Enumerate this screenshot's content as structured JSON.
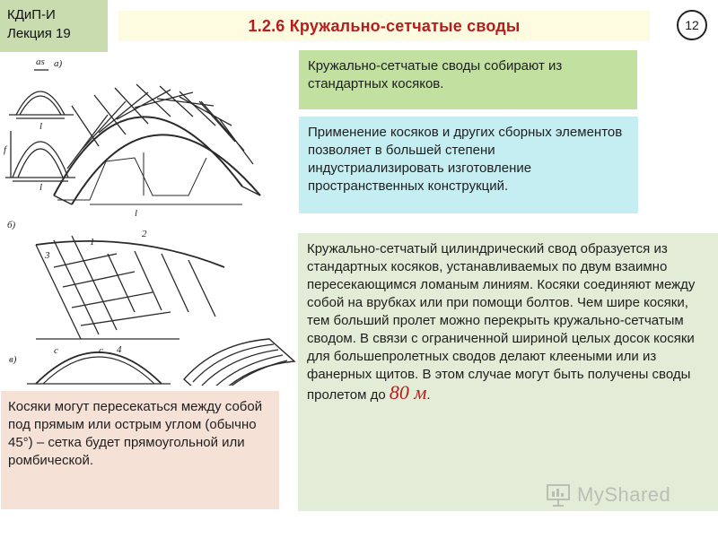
{
  "header": {
    "course": "КДиП-И",
    "lecture": "Лекция 19",
    "title": "1.2.6 Кружально-сетчатые своды",
    "page_number": "12"
  },
  "figure": {
    "labels": {
      "a": "а)",
      "b": "б)",
      "v": "в)",
      "as": "as",
      "l": "l",
      "f": "f",
      "n1": "1",
      "n2": "2",
      "n3": "3",
      "n4": "4",
      "c": "с"
    }
  },
  "boxes": {
    "green": "Кружально-сетчатые своды собирают из стандартных косяков.",
    "cyan": "Применение косяков и других сборных элементов позволяет в большей степени индустриализировать изготовление пространственных конструкций.",
    "main_text": "Кружально-сетчатый цилиндрический свод образуется из стандартных косяков, устанавливаемых по двум взаимно пересекающимся ломаным линиям. Косяки соединяют между собой на врубках или при помощи болтов. Чем шире косяки, тем больший пролет можно перекрыть кружально-сетчатым сводом. В связи с ограниченной шириной целых досок косяки для большепролетных сводов делают клееными или из фанерных щитов. В этом случае могут быть получены своды",
    "main_tail_prefix": "пролетом до",
    "main_value": "80 м",
    "main_tail_suffix": ".",
    "pink": "Косяки могут пересекаться между собой под прямым или острым углом (обычно 45°) – сетка будет прямоугольной или ромбической."
  },
  "watermark": {
    "text": "MyShared",
    "icon": "presentation-board-icon"
  },
  "colors": {
    "title_red": "#b81c1c",
    "green_box": "#c2e0a0",
    "cyan_box": "#c5eef2",
    "main_box": "#e3ecd6",
    "pink_box": "#f6e1d7",
    "tag_box": "#c9dcb0"
  }
}
